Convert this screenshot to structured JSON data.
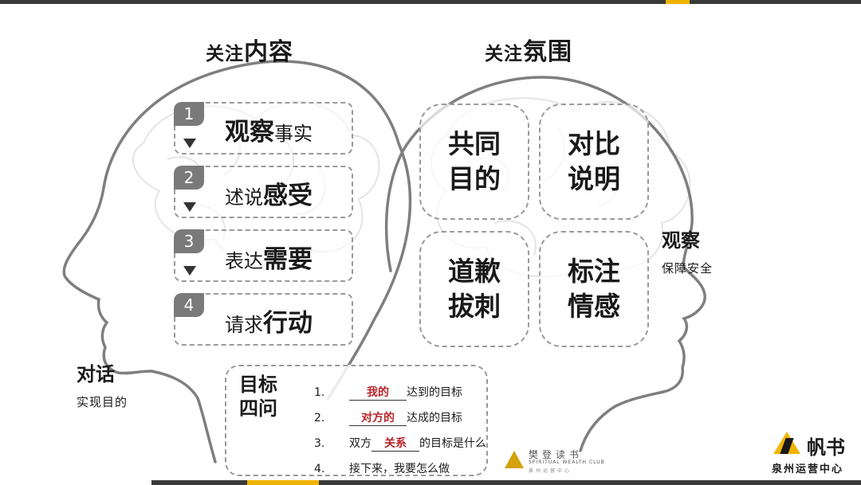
{
  "headings": {
    "left_small": "关注",
    "left_big": "内容",
    "right_small": "关注",
    "right_big": "氛围"
  },
  "steps": [
    {
      "num": "1",
      "parts": [
        {
          "text": "观察",
          "strong": true
        },
        {
          "text": "事实",
          "strong": false
        }
      ]
    },
    {
      "num": "2",
      "parts": [
        {
          "text": "述说",
          "strong": false
        },
        {
          "text": "感受",
          "strong": true
        }
      ]
    },
    {
      "num": "3",
      "parts": [
        {
          "text": "表达",
          "strong": false
        },
        {
          "text": "需要",
          "strong": true
        }
      ]
    },
    {
      "num": "4",
      "parts": [
        {
          "text": "请求",
          "strong": false
        },
        {
          "text": "行动",
          "strong": true
        }
      ]
    }
  ],
  "quads": [
    {
      "line1": "共同",
      "line2": "目的"
    },
    {
      "line1": "对比",
      "line2": "说明"
    },
    {
      "line1": "道歉",
      "line2": "拔刺"
    },
    {
      "line1": "标注",
      "line2": "情感"
    }
  ],
  "left_side": {
    "title": "对话",
    "subtitle": "实现目的"
  },
  "right_side": {
    "title": "观察",
    "subtitle": "保障安全"
  },
  "goal": {
    "title_line1": "目标",
    "title_line2": "四问",
    "questions": [
      {
        "num": "1.",
        "pre": "",
        "blank": "我的",
        "post": "达到的目标"
      },
      {
        "num": "2.",
        "pre": "",
        "blank": "对方的",
        "post": "达成的目标"
      },
      {
        "num": "3.",
        "pre": "双方",
        "blank": "关系",
        "post": "的目标是什么"
      },
      {
        "num": "4.",
        "pre": "接下来，我要怎么做",
        "blank": "",
        "post": ""
      }
    ]
  },
  "logos": {
    "club_cn": "樊登读书",
    "club_en": "SPIRITUAL WEALTH CLUB",
    "club_cn2": "泉州运营中心",
    "brand_name": "帆书",
    "brand_sub": "泉州运营中心"
  },
  "colors": {
    "accent": "#f0b400",
    "blank_text": "#b8242a",
    "dashed_border": "#9a9a9a"
  }
}
